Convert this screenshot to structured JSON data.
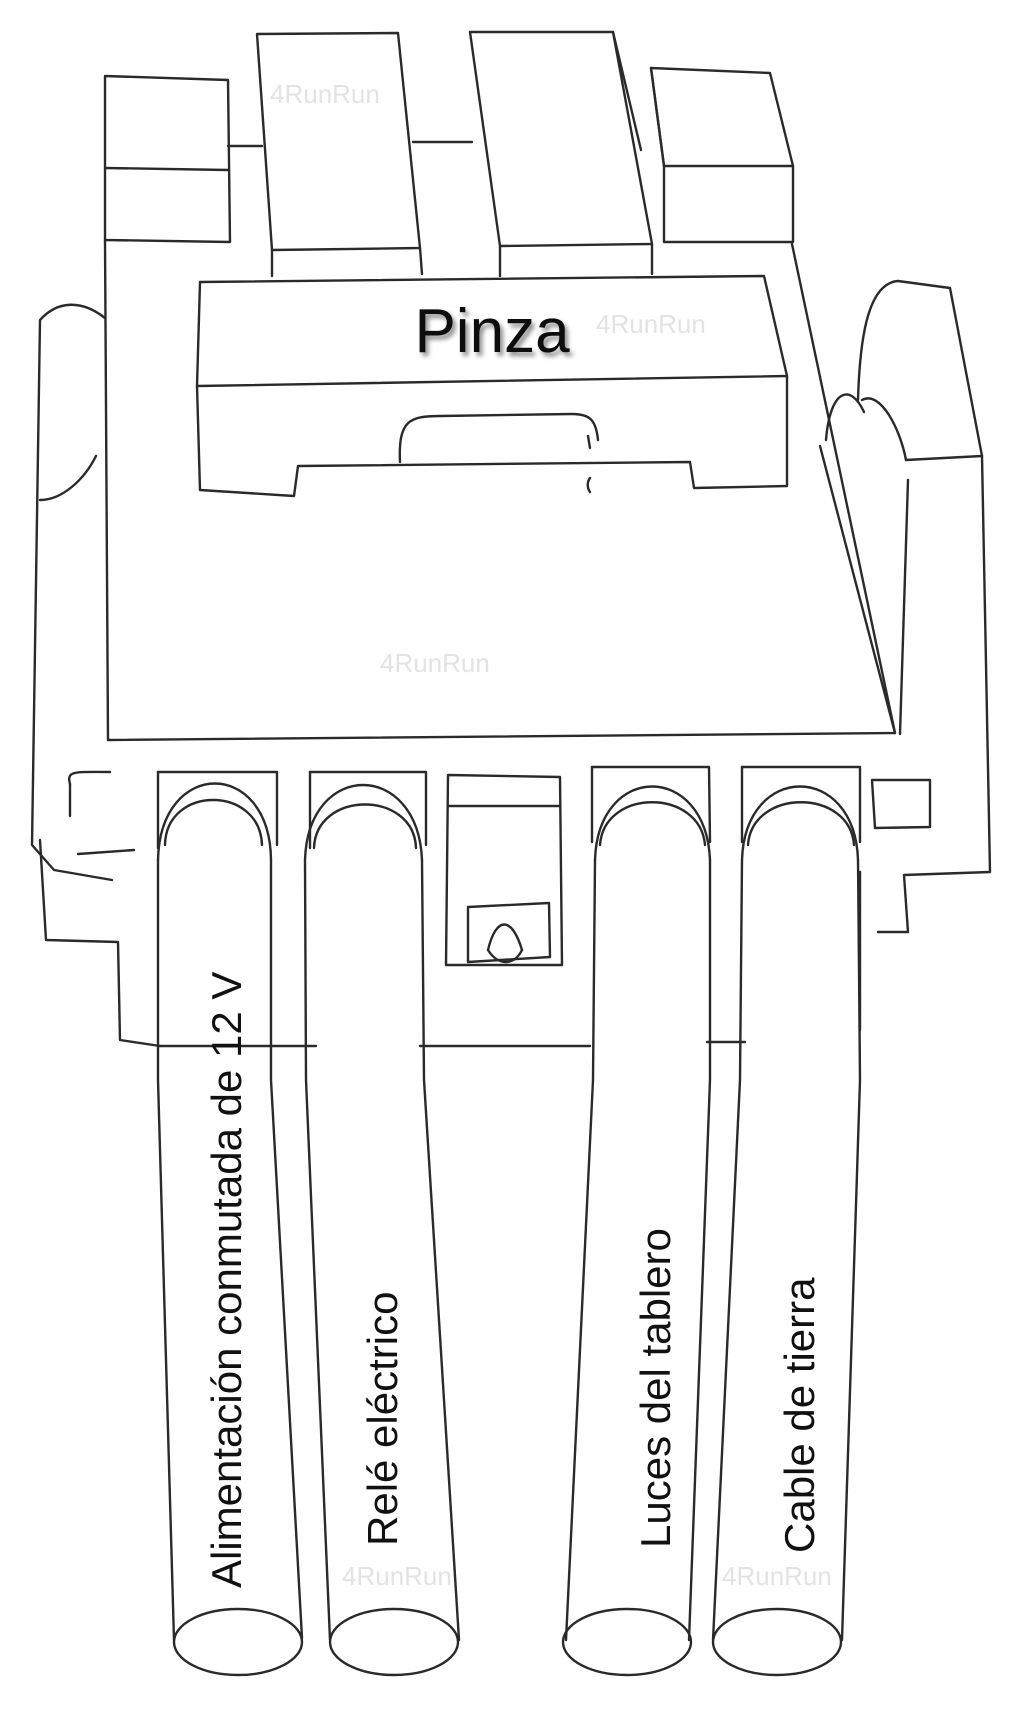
{
  "diagram": {
    "title": "Pinza",
    "wires": [
      {
        "id": "wire-1",
        "label": "Alimentación conmutada de 12 V"
      },
      {
        "id": "wire-2",
        "label": "Relé eléctrico"
      },
      {
        "id": "wire-3",
        "label": "Luces del tablero"
      },
      {
        "id": "wire-4",
        "label": "Cable de tierra"
      }
    ],
    "watermark": "4RunRun",
    "colors": {
      "line": "#2a2a2a",
      "text": "#111111",
      "watermark": "#e3e3e3"
    }
  }
}
